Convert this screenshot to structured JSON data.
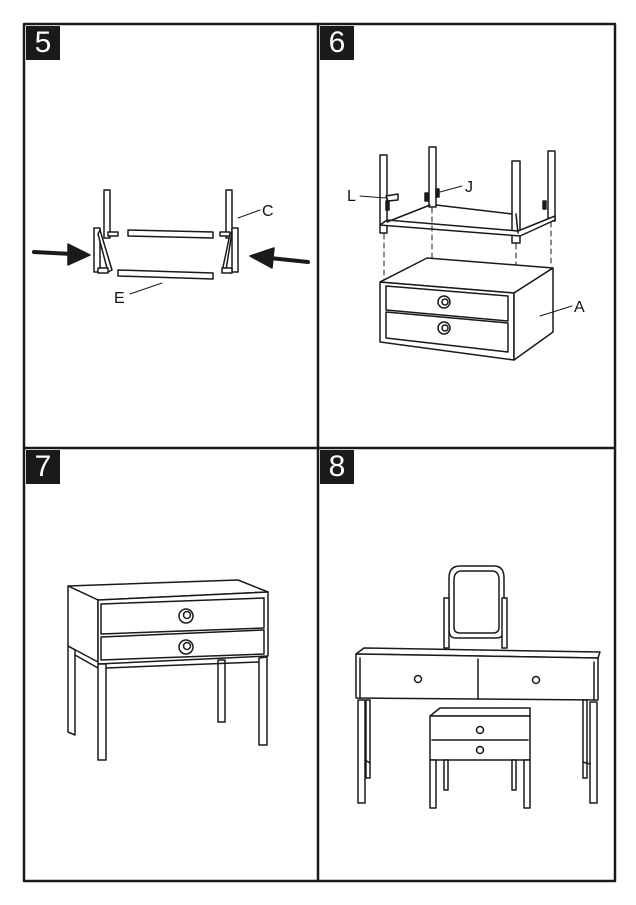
{
  "steps": [
    {
      "number": "5",
      "labels": {
        "c": "C",
        "e": "E"
      }
    },
    {
      "number": "6",
      "labels": {
        "l": "L",
        "j": "J",
        "a": "A"
      }
    },
    {
      "number": "7"
    },
    {
      "number": "8"
    }
  ],
  "colors": {
    "line": "#1a1a1a",
    "background": "#ffffff",
    "badge": "#1a1a1a"
  }
}
